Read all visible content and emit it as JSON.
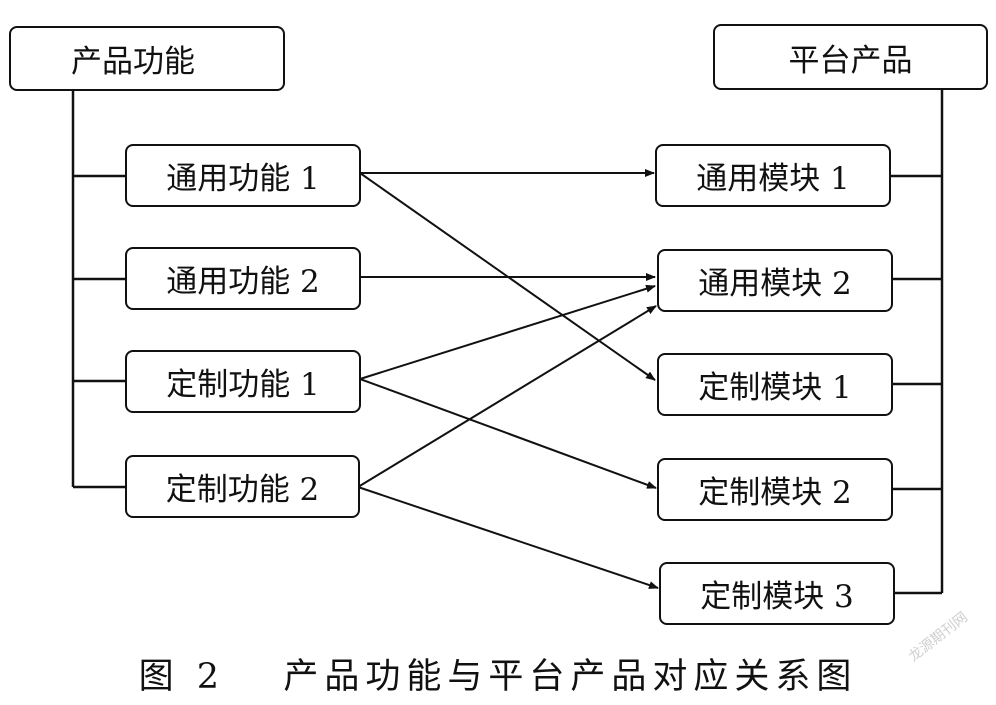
{
  "diagram": {
    "product_functions": {
      "title": "产品功能",
      "items": [
        "通用功能 1",
        "通用功能 2",
        "定制功能 1",
        "定制功能 2"
      ]
    },
    "platform_products": {
      "title": "平台产品",
      "items": [
        "通用模块 1",
        "通用模块 2",
        "定制模块 1",
        "定制模块 2",
        "定制模块 3"
      ]
    },
    "mappings": [
      {
        "from": "通用功能 1",
        "to": "通用模块 1"
      },
      {
        "from": "通用功能 1",
        "to": "定制模块 1"
      },
      {
        "from": "通用功能 2",
        "to": "通用模块 2"
      },
      {
        "from": "定制功能 1",
        "to": "通用模块 2"
      },
      {
        "from": "定制功能 1",
        "to": "定制模块 2"
      },
      {
        "from": "定制功能 2",
        "to": "通用模块 2"
      },
      {
        "from": "定制功能 2",
        "to": "定制模块 3"
      }
    ]
  },
  "caption": {
    "number": "图 2",
    "text": "产品功能与平台产品对应关系图"
  },
  "watermark": "龙源期刊网",
  "colors": {
    "stroke": "#111111",
    "background": "#ffffff"
  }
}
